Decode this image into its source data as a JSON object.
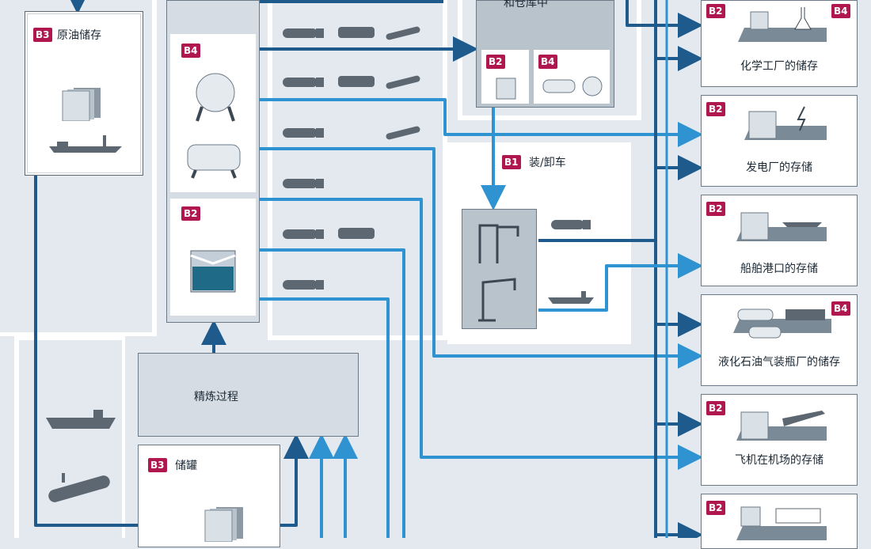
{
  "crude_storage": {
    "badge": "B3",
    "label": "原油储存"
  },
  "refinery_storage": {
    "badge_top": "B4",
    "badge_bottom": "B2"
  },
  "intermediate_storage": {
    "title_partial": "和仓库中",
    "badge_left": "B2",
    "badge_right": "B4"
  },
  "loading": {
    "badge": "B1",
    "label": "装/卸车"
  },
  "refining": {
    "label": "精炼过程"
  },
  "tanks": {
    "badge": "B3",
    "label": "储罐"
  },
  "destinations": [
    {
      "badges": [
        "B2",
        "B4"
      ],
      "label": "化学工厂的储存"
    },
    {
      "badges": [
        "B2"
      ],
      "label": "发电厂的存储"
    },
    {
      "badges": [
        "B2"
      ],
      "label": "船舶港口的存储"
    },
    {
      "badges": [
        "B4"
      ],
      "label": "液化石油气装瓶厂的储存"
    },
    {
      "badges": [
        "B2"
      ],
      "label": "飞机在机场的存储"
    },
    {
      "badges": [
        "B2"
      ],
      "label": ""
    }
  ],
  "colors": {
    "dark_blue": "#1e5a8c",
    "light_blue": "#2f93d1",
    "badge": "#b0174f",
    "ground": "#7b8a97",
    "panel_bg": "#e4e9ef"
  }
}
